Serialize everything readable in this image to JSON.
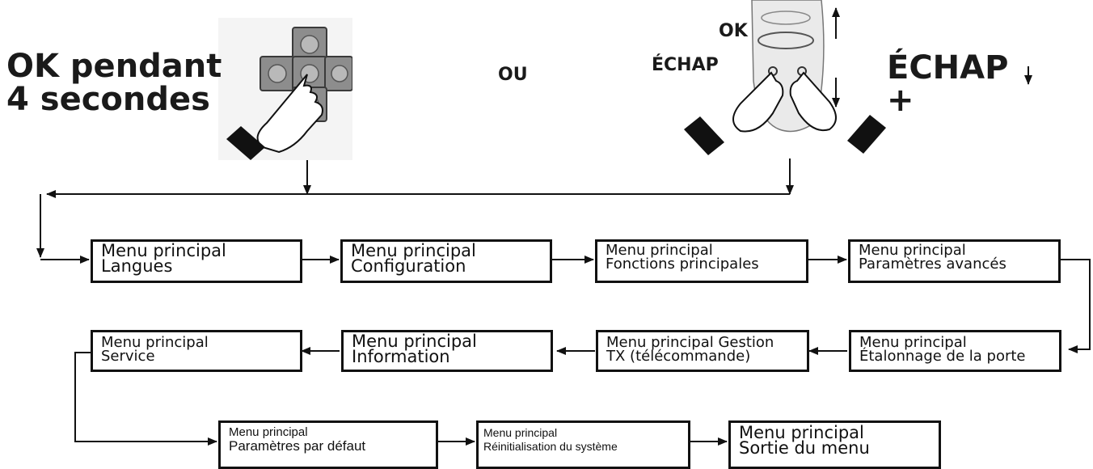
{
  "instruction_left": {
    "line1": "OK pendant",
    "line2": "4 secondes"
  },
  "or_label": "OU",
  "remote_labels": {
    "ok": "OK",
    "echap": "ÉCHAP"
  },
  "instruction_right": {
    "line1": "ÉCHAP",
    "line2": "+"
  },
  "icons": [
    "keypad-press-icon",
    "remote-two-finger-press-icon",
    "arrow-up-icon",
    "arrow-down-icon"
  ],
  "menu_boxes": [
    {
      "line1": "Menu principal",
      "line2": "Langues"
    },
    {
      "line1": "Menu principal",
      "line2": "Configuration"
    },
    {
      "line1": "Menu principal",
      "line2": "Fonctions principales"
    },
    {
      "line1": "Menu principal",
      "line2": "Paramètres avancés"
    },
    {
      "line1": "Menu principal",
      "line2": "Étalonnage de la porte"
    },
    {
      "line1": "Menu principal Gestion",
      "line2": "TX (télécommande)"
    },
    {
      "line1": "Menu principal",
      "line2": "Information"
    },
    {
      "line1": "Menu principal",
      "line2": "Service"
    },
    {
      "line1": "Menu principal",
      "line2": "Paramètres par défaut"
    },
    {
      "line1": "Menu principal",
      "line2": "Réinitialisation du système"
    },
    {
      "line1": "Menu principal",
      "line2": "Sortie du menu"
    }
  ]
}
